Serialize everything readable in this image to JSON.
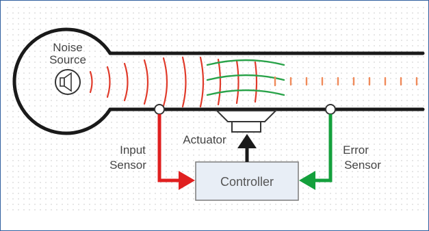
{
  "labels": {
    "noise_source_line1": "Noise",
    "noise_source_line2": "Source",
    "actuator": "Actuator",
    "input_sensor_line1": "Input",
    "input_sensor_line2": "Sensor",
    "error_sensor_line1": "Error",
    "error_sensor_line2": "Sensor",
    "controller": "Controller"
  },
  "colors": {
    "frame_border": "#2f5f9e",
    "duct": "#1a1a1a",
    "noise_waves": "#e03a2a",
    "antinoise_waves": "#2aa34a",
    "input_arrow": "#e02020",
    "error_arrow": "#14a03c",
    "controller_fill": "#e8eef6",
    "controller_border": "#7a7a7a",
    "dot_grid": "#d4d4d4"
  },
  "icons": {
    "speaker": "speaker-icon",
    "actuator": "actuator-speaker-icon"
  }
}
